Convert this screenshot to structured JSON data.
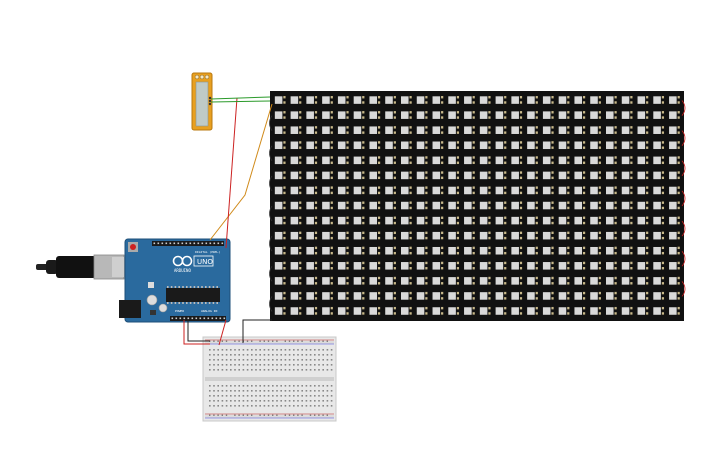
{
  "board": {
    "brand_text": "ARDUINO",
    "model_text": "UNO",
    "digital_label": "DIGITAL (PWM~)",
    "power_label": "POWER",
    "analog_label": "ANALOG IN",
    "color": "#2a6a9e"
  },
  "led_matrix": {
    "columns": 26,
    "rows": 15,
    "pixel_color": "#d9d9d9",
    "panel_color": "#111111"
  },
  "wires": {
    "data_color": "#d08a1a",
    "power_color": "#cc2222",
    "ground_color": "#222222",
    "green_color": "#2a9a2a"
  },
  "component": {
    "name": "potentiometer"
  }
}
